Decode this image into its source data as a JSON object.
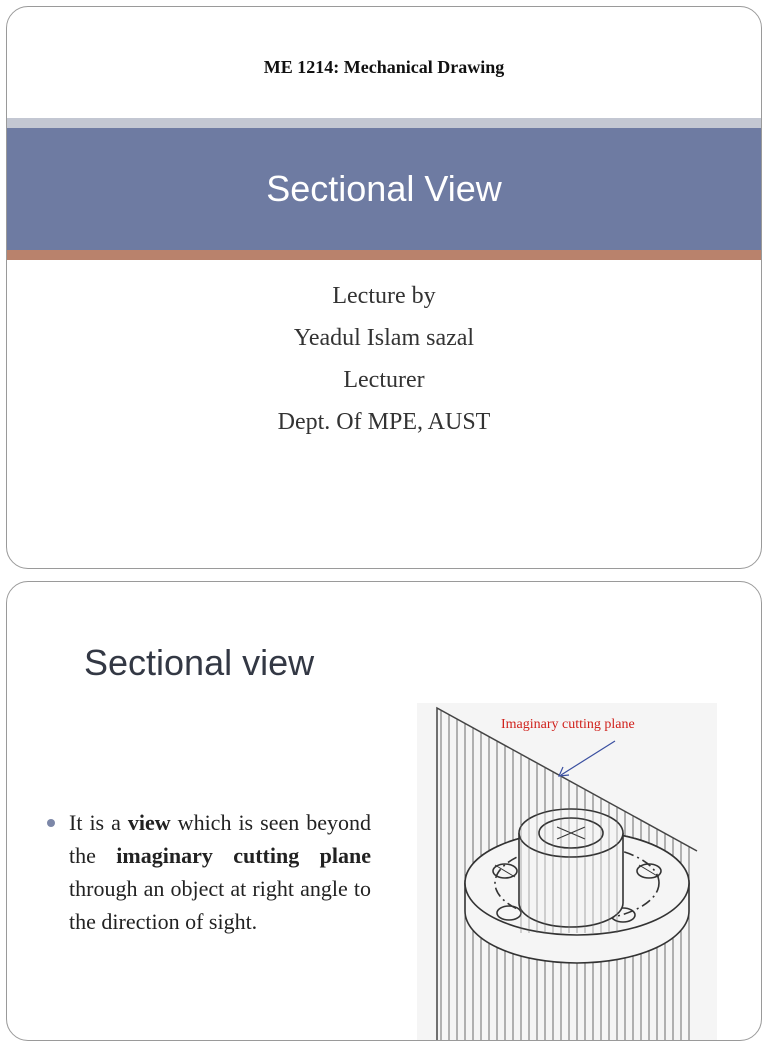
{
  "slide1": {
    "course_title": "ME 1214: Mechanical Drawing",
    "title": "Sectional View",
    "lines": [
      "Lecture by",
      "Yeadul Islam sazal",
      "Lecturer",
      "Dept. Of MPE, AUST"
    ],
    "colors": {
      "title_band": "#6e7ba2",
      "top_stripe": "#c3c7d2",
      "bottom_stripe": "#b9826c"
    }
  },
  "slide2": {
    "title": "Sectional view",
    "bullet": {
      "t1": "It is a ",
      "b1": "view",
      "t2": " which is seen beyond the ",
      "b2": "imaginary cutting plane",
      "t3": " through an object at right angle to the direction of sight."
    },
    "figure": {
      "label": "Imaginary cutting plane"
    }
  }
}
